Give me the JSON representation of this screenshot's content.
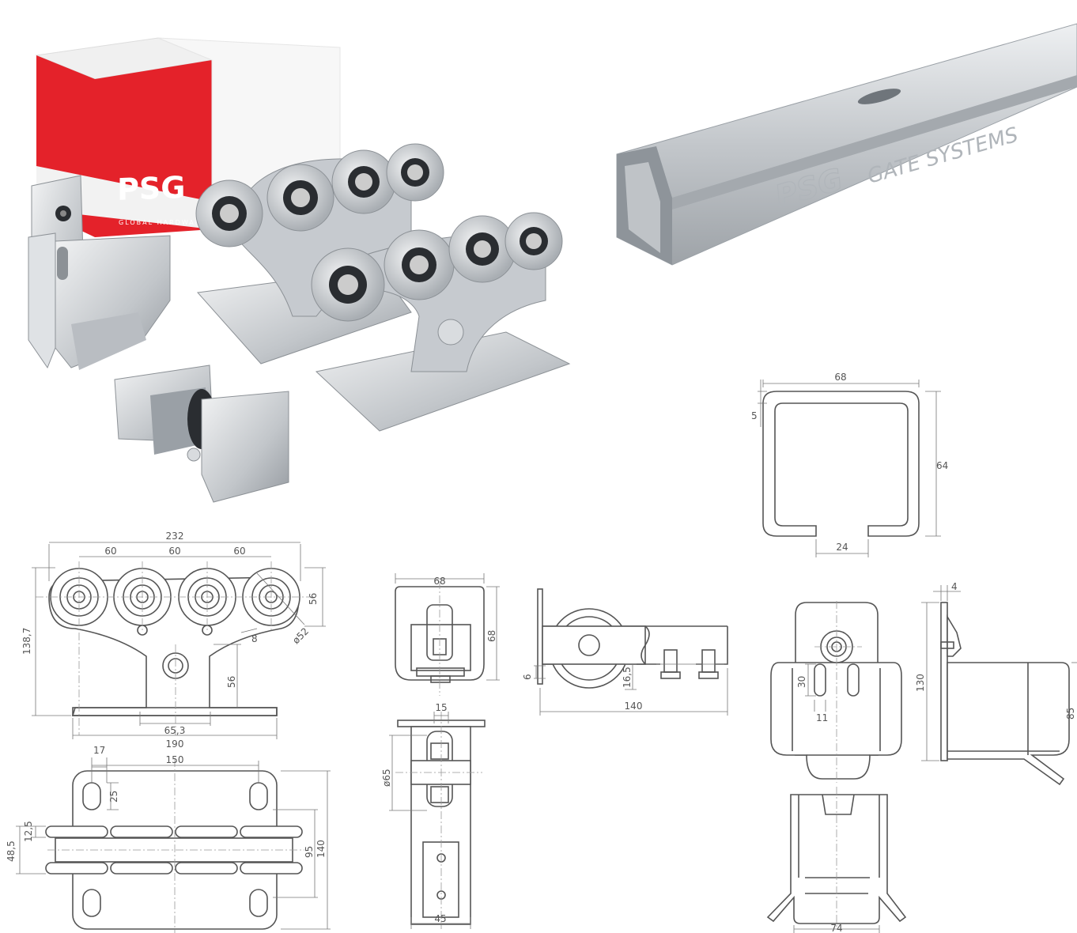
{
  "brand": {
    "logo_text": "PSG",
    "tagline": "GLOBAL HARDWARE",
    "rail_engraving": "GATE SYSTEMS",
    "colors": {
      "red": "#e4222a",
      "steel": "#c9cdd1",
      "line": "#555555"
    }
  },
  "dimensions": {
    "rail": {
      "width": "68",
      "wall": "5",
      "height": "64",
      "slot": "24"
    },
    "carriage_front": {
      "overall": "232",
      "pitch1": "60",
      "pitch2": "60",
      "pitch3": "60",
      "wheel_h": "56",
      "height": "138,7",
      "hole": "8",
      "wheel_dia": "ø52",
      "axle_h": "56",
      "base_inner": "65,3",
      "base": "190"
    },
    "carriage_top": {
      "hole_off": "17",
      "hole_span": "150",
      "slot": "25",
      "wheel_gap": "12,5",
      "wheel_span": "48,5",
      "inner": "95",
      "plate": "140"
    },
    "end_cap": {
      "width": "68",
      "height": "68"
    },
    "roller_side": {
      "plate": "6",
      "drop": "16,5",
      "length": "140"
    },
    "roller_top": {
      "axle": "15",
      "wheel_dia": "ø65",
      "base": "45"
    },
    "guide": {
      "thick": "4",
      "slot_h": "30",
      "height": "130",
      "slot_w": "11",
      "depth": "85",
      "width": "74"
    }
  }
}
